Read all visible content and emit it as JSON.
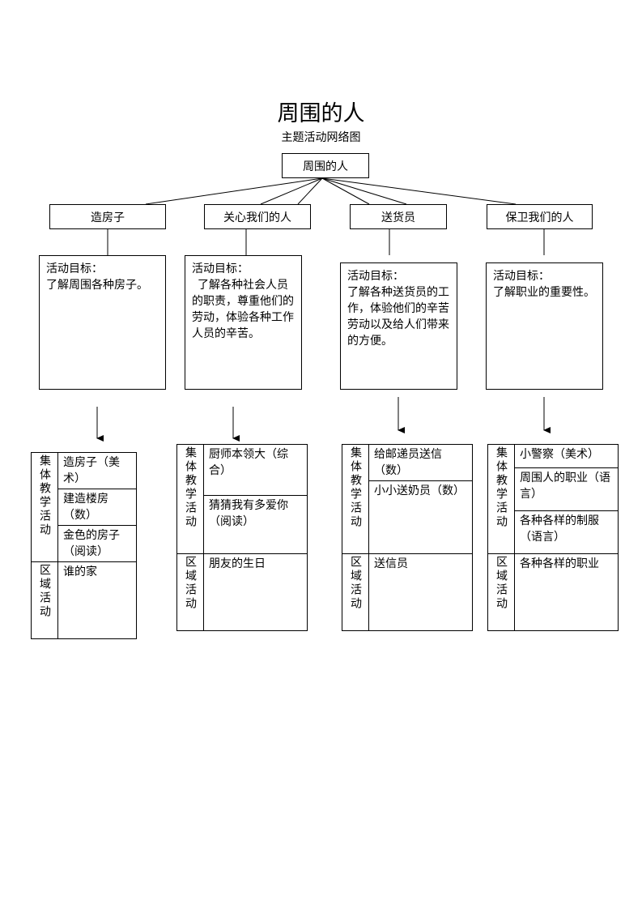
{
  "header": {
    "title": "周围的人",
    "subtitle": "主题活动网络图"
  },
  "root": {
    "label": "周围的人"
  },
  "branches": [
    {
      "label": "造房子",
      "goal_heading": "活动目标：",
      "goal_text": "了解周围各种房子。",
      "group_label": "集体教学活动",
      "group_items": [
        "造房子（美术）",
        "建造楼房（数）",
        "金色的房子（阅读）"
      ],
      "area_label": "区域活动",
      "area_items": [
        "谁的家"
      ]
    },
    {
      "label": "关心我们的人",
      "goal_heading": "活动目标：",
      "goal_text": "了解各种社会人员的职责，尊重他们的劳动，体验各种工作人员的辛苦。",
      "group_label": "集体教学活动",
      "group_items": [
        "厨师本领大（综合）",
        "猜猜我有多爱你（阅读）"
      ],
      "area_label": "区域活动",
      "area_items": [
        "朋友的生日"
      ]
    },
    {
      "label": "送货员",
      "goal_heading": "活动目标：",
      "goal_text": "了解各种送货员的工作，体验他们的辛苦劳动以及给人们带来的方便。",
      "group_label": "集体教学活动",
      "group_items": [
        "给邮递员送信（数）",
        "小小送奶员（数）"
      ],
      "area_label": "区域活动",
      "area_items": [
        "送信员"
      ]
    },
    {
      "label": "保卫我们的人",
      "goal_heading": "活动目标：",
      "goal_text": "了解职业的重要性。",
      "group_label": "集体教学活动",
      "group_items": [
        "小警察（美术）",
        "周围人的职业（语言）",
        "各种各样的制服（语言）"
      ],
      "area_label": "区域活动",
      "area_items": [
        "各种各样的职业"
      ]
    }
  ]
}
